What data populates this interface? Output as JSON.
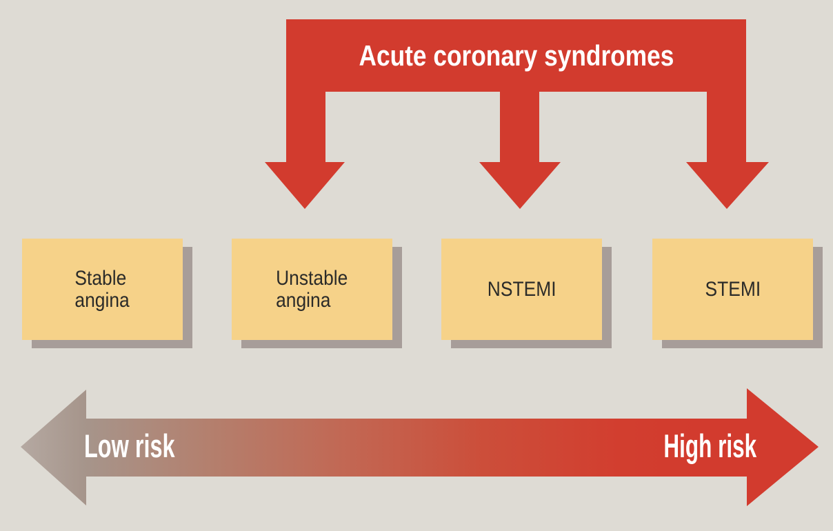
{
  "banner": {
    "title": "Acute coronary syndromes"
  },
  "boxes": [
    {
      "name": "Stable angina",
      "lines": [
        "Stable",
        "angina"
      ]
    },
    {
      "name": "Unstable angina",
      "lines": [
        "Unstable",
        "angina"
      ]
    },
    {
      "name": "NSTEMI",
      "lines": [
        "NSTEMI"
      ]
    },
    {
      "name": "STEMI",
      "lines": [
        "STEMI"
      ]
    }
  ],
  "risk_axis": {
    "low_label": "Low risk",
    "high_label": "High risk"
  },
  "colors": {
    "background": "#dedbd4",
    "arrow_red": "#d23b2e",
    "box_fill": "#f6d289",
    "box_shadow": "#a79d99",
    "box_text": "#2b2b29",
    "label_text": "#ffffff",
    "risk_gradient": [
      "#b5a9a2",
      "#a6958b",
      "#b47f6d",
      "#c26753",
      "#cc4e3a",
      "#d23e2f",
      "#d23b2e",
      "#d23b2e"
    ]
  }
}
